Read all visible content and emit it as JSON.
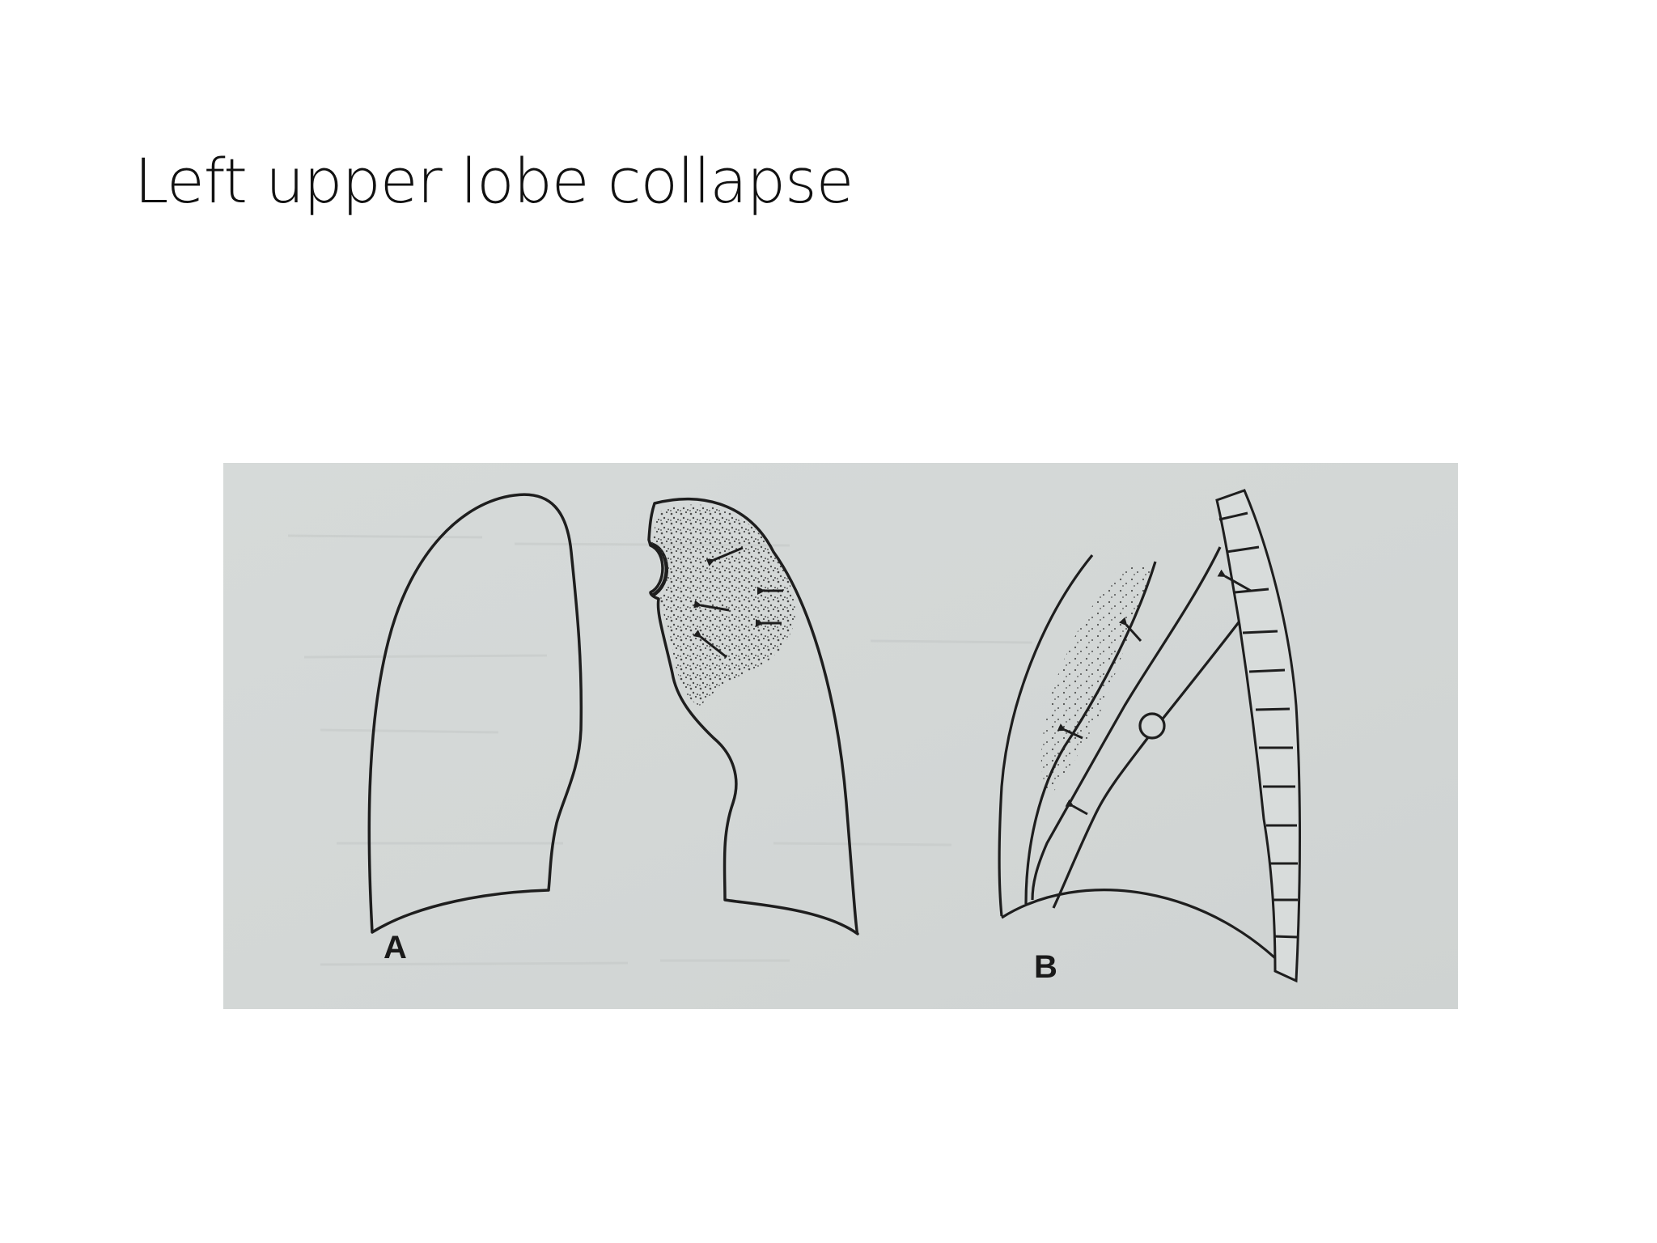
{
  "slide": {
    "title": "Left upper lobe collapse"
  },
  "figure": {
    "panels": [
      {
        "label": "A"
      },
      {
        "label": "B"
      }
    ],
    "colors": {
      "background": "#d4d8d7",
      "line": "#1e1e1e",
      "stipple": "#3a3a3a"
    },
    "icons": [
      "arrow-icon",
      "hilum-notch-icon",
      "vessel-circle-icon",
      "vertebral-column-icon"
    ]
  }
}
